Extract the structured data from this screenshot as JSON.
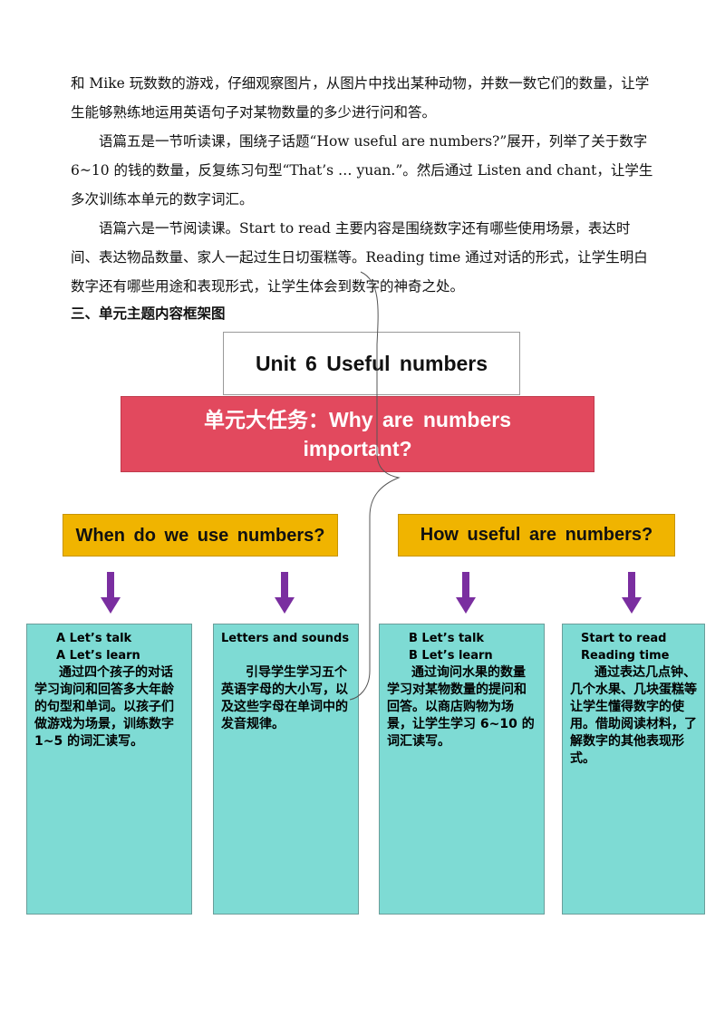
{
  "paragraphs": {
    "p1": "和 Mike 玩数数的游戏，仔细观察图片，从图片中找出某种动物，并数一数它们的数量，让学生能够熟练地运用英语句子对某物数量的多少进行问和答。",
    "p2": "语篇五是一节听读课，围绕子话题“How useful are numbers?”展开，列举了关于数字 6~10 的钱的数量，反复练习句型“That’s … yuan.”。然后通过 Listen and chant，让学生多次训练本单元的数字词汇。",
    "p3": "语篇六是一节阅读课。Start to read 主要内容是围绕数字还有哪些使用场景，表达时间、表达物品数量、家人一起过生日切蛋糕等。Reading time 通过对话的形式，让学生明白数字还有哪些用途和表现形式，让学生体会到数字的神奇之处。"
  },
  "section_heading": "三、单元主题内容框架图",
  "diagram": {
    "title": "Unit 6 Useful numbers",
    "task": "单元大任务：Why are numbers important?",
    "subtopic_left": "When do we use numbers?",
    "subtopic_right": "How useful are numbers?",
    "boxes": [
      {
        "lines": [
          "A Let’s talk",
          "A Let’s learn"
        ],
        "desc": "通过四个孩子的对话学习询问和回答多大年龄的句型和单词。以孩子们做游戏为场景，训练数字 1~5 的词汇读写。"
      },
      {
        "lines": [
          "Letters and sounds"
        ],
        "desc": "引导学生学习五个英语字母的大小写，以及这些字母在单词中的发音规律。"
      },
      {
        "lines": [
          "B Let’s talk",
          "B Let’s learn"
        ],
        "desc": "通过询问水果的数量学习对某物数量的提问和回答。以商店购物为场景，让学生学习 6~10 的词汇读写。"
      },
      {
        "lines": [
          "Start to read",
          "Reading time"
        ],
        "desc": "通过表达几点钟、几个水果、几块蛋糕等让学生懂得数字的使用。借助阅读材料，了解数字的其他表现形式。"
      }
    ]
  },
  "colors": {
    "task_bg": "#e2495e",
    "subtopic_bg": "#f0b400",
    "box_bg": "#7edbd4",
    "arrow": "#7a2ea0"
  }
}
